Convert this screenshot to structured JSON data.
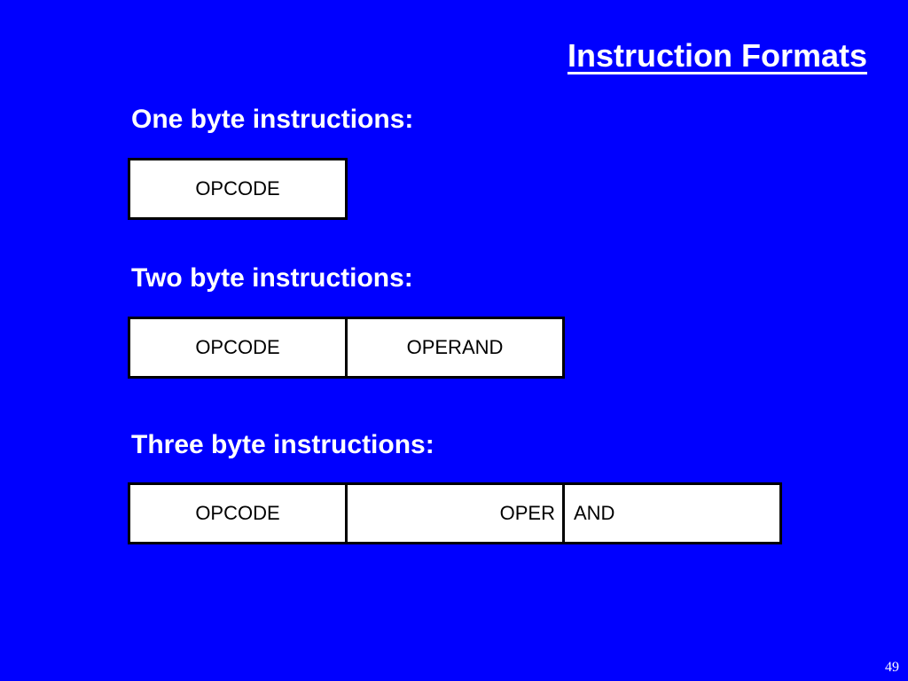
{
  "title": "Instruction Formats",
  "sections": [
    {
      "heading": "One byte instructions:",
      "cells": [
        "OPCODE"
      ]
    },
    {
      "heading": "Two byte instructions:",
      "cells": [
        "OPCODE",
        "OPERAND"
      ]
    },
    {
      "heading": "Three byte instructions:",
      "cells": [
        "OPCODE",
        "OPER",
        "AND"
      ]
    }
  ],
  "page_number": "49",
  "colors": {
    "background": "#0000ff",
    "text": "#ffffff",
    "cell_fill": "#ffffff",
    "cell_border": "#000000"
  }
}
